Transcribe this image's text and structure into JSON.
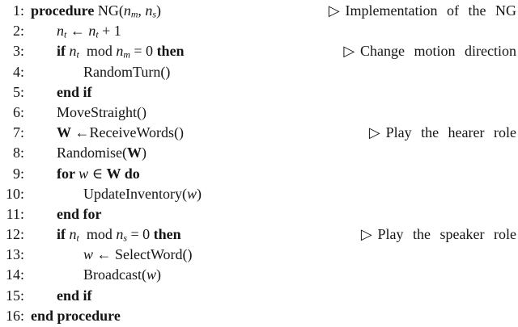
{
  "page": {
    "background_color": "#ffffff",
    "text_color": "#151515"
  },
  "algorithm": {
    "comment_marker": "▷",
    "lines": [
      {
        "num": "1:",
        "indent": 0,
        "segments": [
          {
            "st": "kw",
            "tx": "procedure "
          },
          {
            "st": "t",
            "tx": "NG("
          },
          {
            "st": "v",
            "tx": "n"
          },
          {
            "st": "sub",
            "tx": "m"
          },
          {
            "st": "t",
            "tx": ", "
          },
          {
            "st": "v",
            "tx": "n"
          },
          {
            "st": "sub",
            "tx": "s"
          },
          {
            "st": "t",
            "tx": ")"
          }
        ],
        "comment": "Implementation of the NG"
      },
      {
        "num": "2:",
        "indent": 1,
        "segments": [
          {
            "st": "v",
            "tx": "n"
          },
          {
            "st": "sub",
            "tx": "t"
          },
          {
            "st": "t",
            "tx": " ← "
          },
          {
            "st": "v",
            "tx": "n"
          },
          {
            "st": "sub",
            "tx": "t"
          },
          {
            "st": "t",
            "tx": " + 1"
          }
        ]
      },
      {
        "num": "3:",
        "indent": 1,
        "segments": [
          {
            "st": "kw",
            "tx": "if "
          },
          {
            "st": "v",
            "tx": "n"
          },
          {
            "st": "sub",
            "tx": "t"
          },
          {
            "st": "t",
            "tx": "  mod "
          },
          {
            "st": "v",
            "tx": "n"
          },
          {
            "st": "sub",
            "tx": "m"
          },
          {
            "st": "t",
            "tx": " = 0 "
          },
          {
            "st": "kw",
            "tx": "then"
          }
        ],
        "comment": "Change motion direction"
      },
      {
        "num": "4:",
        "indent": 2,
        "segments": [
          {
            "st": "t",
            "tx": "RandomTurn()"
          }
        ]
      },
      {
        "num": "5:",
        "indent": 1,
        "segments": [
          {
            "st": "kw",
            "tx": "end if"
          }
        ]
      },
      {
        "num": "6:",
        "indent": 1,
        "segments": [
          {
            "st": "t",
            "tx": "MoveStraight()"
          }
        ]
      },
      {
        "num": "7:",
        "indent": 1,
        "segments": [
          {
            "st": "b",
            "tx": "W"
          },
          {
            "st": "t",
            "tx": " ←ReceiveWords()"
          }
        ],
        "comment": "Play the hearer role"
      },
      {
        "num": "8:",
        "indent": 1,
        "segments": [
          {
            "st": "t",
            "tx": "Randomise("
          },
          {
            "st": "b",
            "tx": "W"
          },
          {
            "st": "t",
            "tx": ")"
          }
        ]
      },
      {
        "num": "9:",
        "indent": 1,
        "segments": [
          {
            "st": "kw",
            "tx": "for "
          },
          {
            "st": "v",
            "tx": "w"
          },
          {
            "st": "t",
            "tx": " ∈ "
          },
          {
            "st": "b",
            "tx": "W"
          },
          {
            "st": "kw",
            "tx": " do"
          }
        ]
      },
      {
        "num": "10:",
        "indent": 2,
        "segments": [
          {
            "st": "t",
            "tx": "UpdateInventory("
          },
          {
            "st": "v",
            "tx": "w"
          },
          {
            "st": "t",
            "tx": ")"
          }
        ]
      },
      {
        "num": "11:",
        "indent": 1,
        "segments": [
          {
            "st": "kw",
            "tx": "end for"
          }
        ]
      },
      {
        "num": "12:",
        "indent": 1,
        "segments": [
          {
            "st": "kw",
            "tx": "if "
          },
          {
            "st": "v",
            "tx": "n"
          },
          {
            "st": "sub",
            "tx": "t"
          },
          {
            "st": "t",
            "tx": "  mod "
          },
          {
            "st": "v",
            "tx": "n"
          },
          {
            "st": "sub",
            "tx": "s"
          },
          {
            "st": "t",
            "tx": " = 0 "
          },
          {
            "st": "kw",
            "tx": "then"
          }
        ],
        "comment": "Play the speaker role"
      },
      {
        "num": "13:",
        "indent": 2,
        "segments": [
          {
            "st": "v",
            "tx": "w"
          },
          {
            "st": "t",
            "tx": " ← SelectWord()"
          }
        ]
      },
      {
        "num": "14:",
        "indent": 2,
        "segments": [
          {
            "st": "t",
            "tx": "Broadcast("
          },
          {
            "st": "v",
            "tx": "w"
          },
          {
            "st": "t",
            "tx": ")"
          }
        ]
      },
      {
        "num": "15:",
        "indent": 1,
        "segments": [
          {
            "st": "kw",
            "tx": "end if"
          }
        ]
      },
      {
        "num": "16:",
        "indent": 0,
        "segments": [
          {
            "st": "kw",
            "tx": "end procedure"
          }
        ]
      }
    ]
  }
}
